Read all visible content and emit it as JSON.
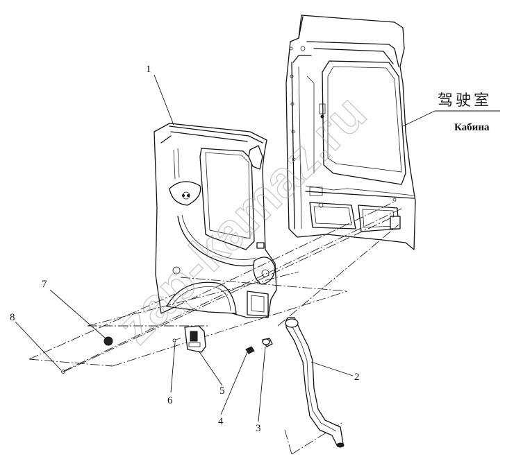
{
  "labels": {
    "cabin_cn": "驾驶室",
    "cabin_ru": "Кабина",
    "watermark": "zap-kamaz.ru"
  },
  "callouts": [
    {
      "id": "1",
      "text": "1"
    },
    {
      "id": "2",
      "text": "2"
    },
    {
      "id": "3",
      "text": "3"
    },
    {
      "id": "4",
      "text": "4"
    },
    {
      "id": "5",
      "text": "5"
    },
    {
      "id": "6",
      "text": "6"
    },
    {
      "id": "7",
      "text": "7"
    },
    {
      "id": "8",
      "text": "8"
    }
  ]
}
